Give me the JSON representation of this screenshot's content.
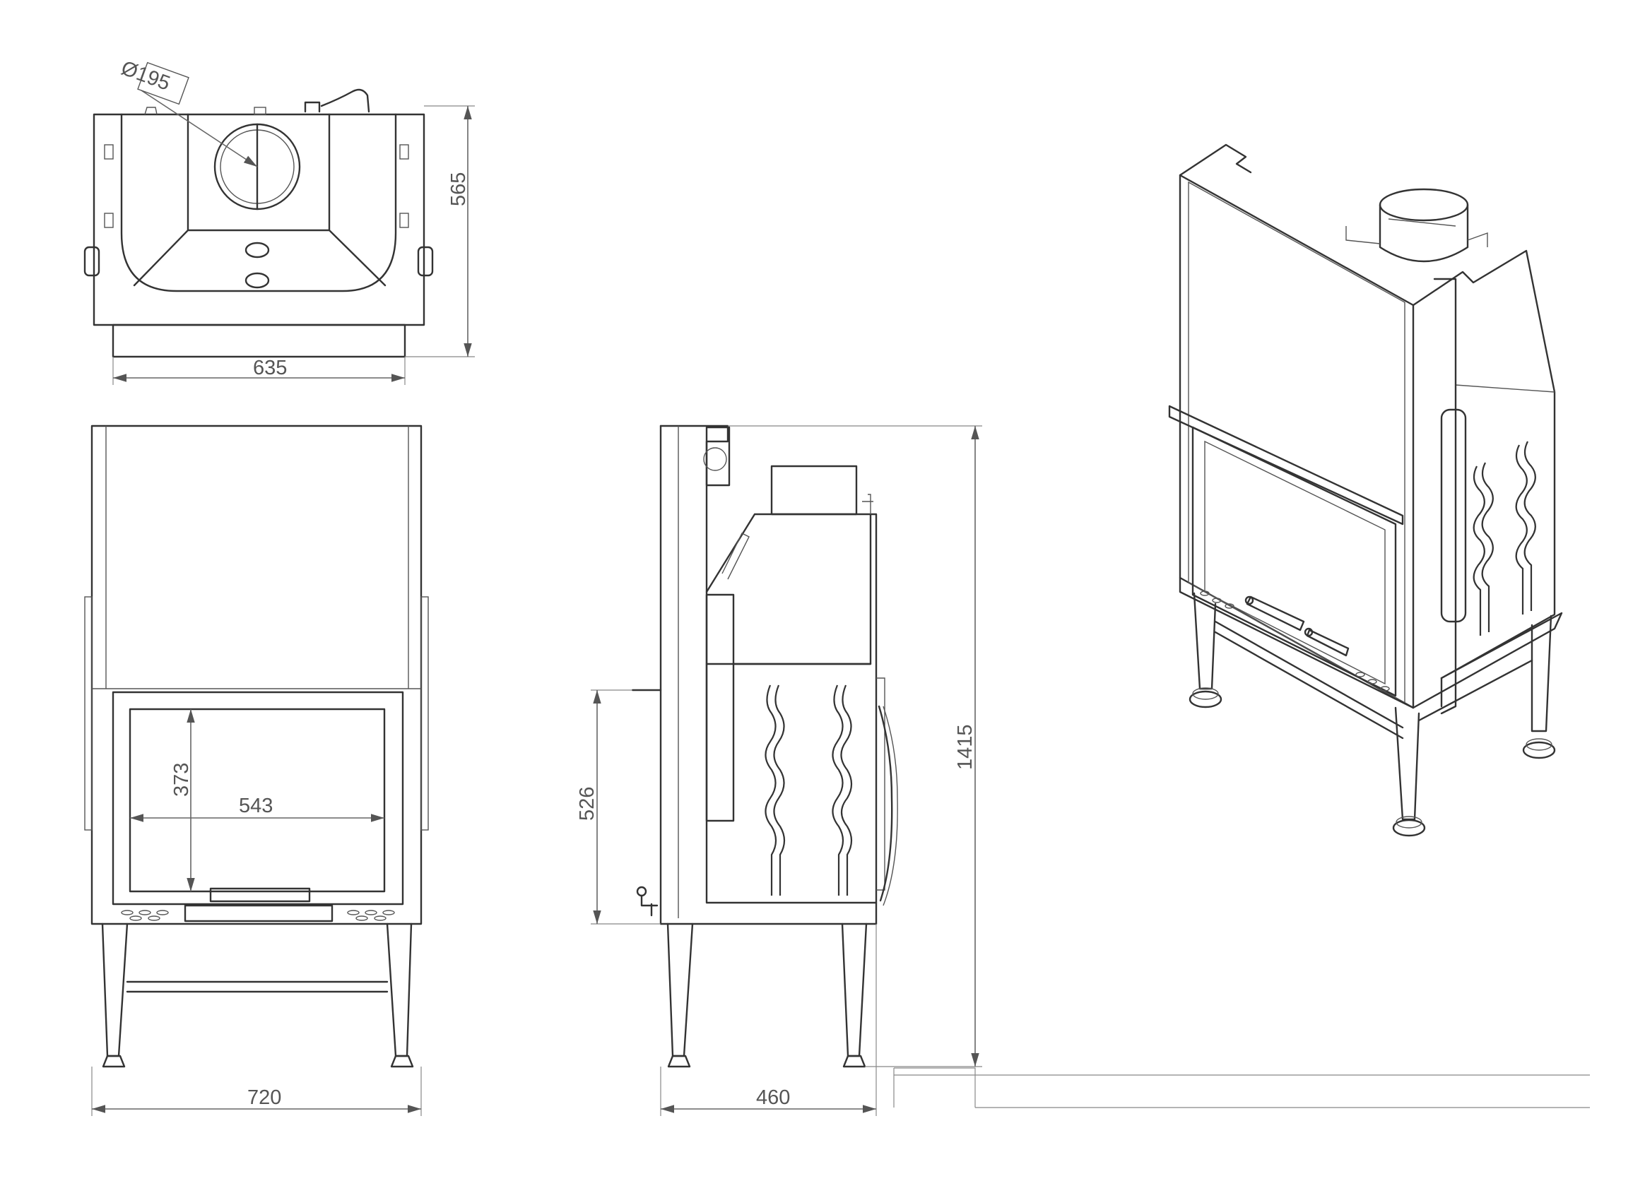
{
  "colors": {
    "line": "#333333",
    "dimension": "#555555",
    "background": "#ffffff"
  },
  "top_view": {
    "flue_diameter": "Ø195",
    "depth": "565",
    "width": "635"
  },
  "front_view": {
    "glass_height": "373",
    "glass_width": "543",
    "overall_width": "720"
  },
  "side_view": {
    "door_height": "526",
    "overall_height": "1415",
    "overall_depth": "460"
  }
}
